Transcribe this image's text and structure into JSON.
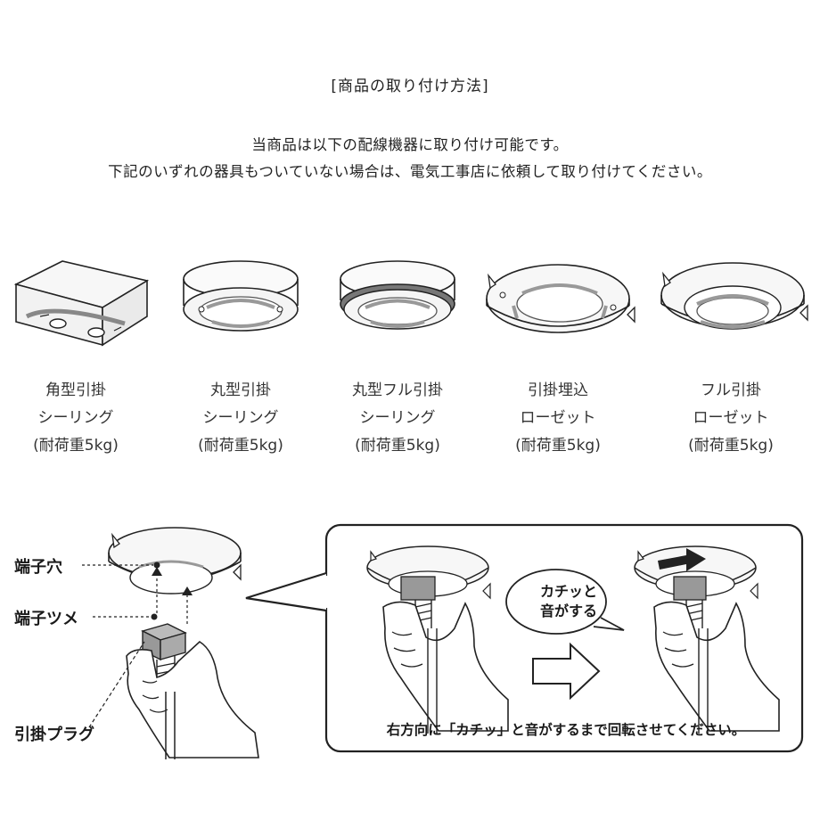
{
  "title": "[商品の取り付け方法]",
  "intro": {
    "line1": "当商品は以下の配線機器に取り付け可能です。",
    "line2": "下記のいずれの器具もついていない場合は、電気工事店に依頼して取り付けてください。"
  },
  "devices": [
    {
      "line1": "角型引掛",
      "line2": "シーリング",
      "line3": "(耐荷重5kg)"
    },
    {
      "line1": "丸型引掛",
      "line2": "シーリング",
      "line3": "(耐荷重5kg)"
    },
    {
      "line1": "丸型フル引掛",
      "line2": "シーリング",
      "line3": "(耐荷重5kg)"
    },
    {
      "line1": "引掛埋込",
      "line2": "ローゼット",
      "line3": "(耐荷重5kg)"
    },
    {
      "line1": "フル引掛",
      "line2": "ローゼット",
      "line3": "(耐荷重5kg)"
    }
  ],
  "callouts": {
    "terminal_hole": "端子穴",
    "terminal_tab": "端子ツメ",
    "hook_plug": "引掛プラグ"
  },
  "bubble": {
    "line1": "カチッと",
    "line2": "音がする"
  },
  "instruction": "右方向に「カチッ」と音がするまで回転させてください。",
  "colors": {
    "line": "#222222",
    "fill_light": "#f4f4f4",
    "fill_gray": "#9a9a9a",
    "fill_dark": "#333333"
  }
}
